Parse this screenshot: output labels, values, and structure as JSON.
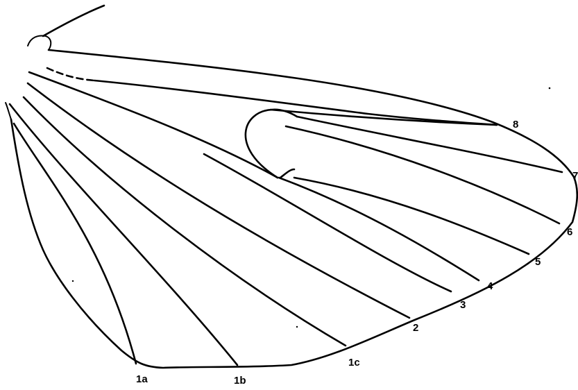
{
  "figure": {
    "vein_labels": {
      "v1a": "1a",
      "v1b": "1b",
      "v1c": "1c",
      "v2": "2",
      "v3": "3",
      "v4": "4",
      "v5": "5",
      "v6": "6",
      "v7": "7",
      "v8": "8"
    }
  }
}
